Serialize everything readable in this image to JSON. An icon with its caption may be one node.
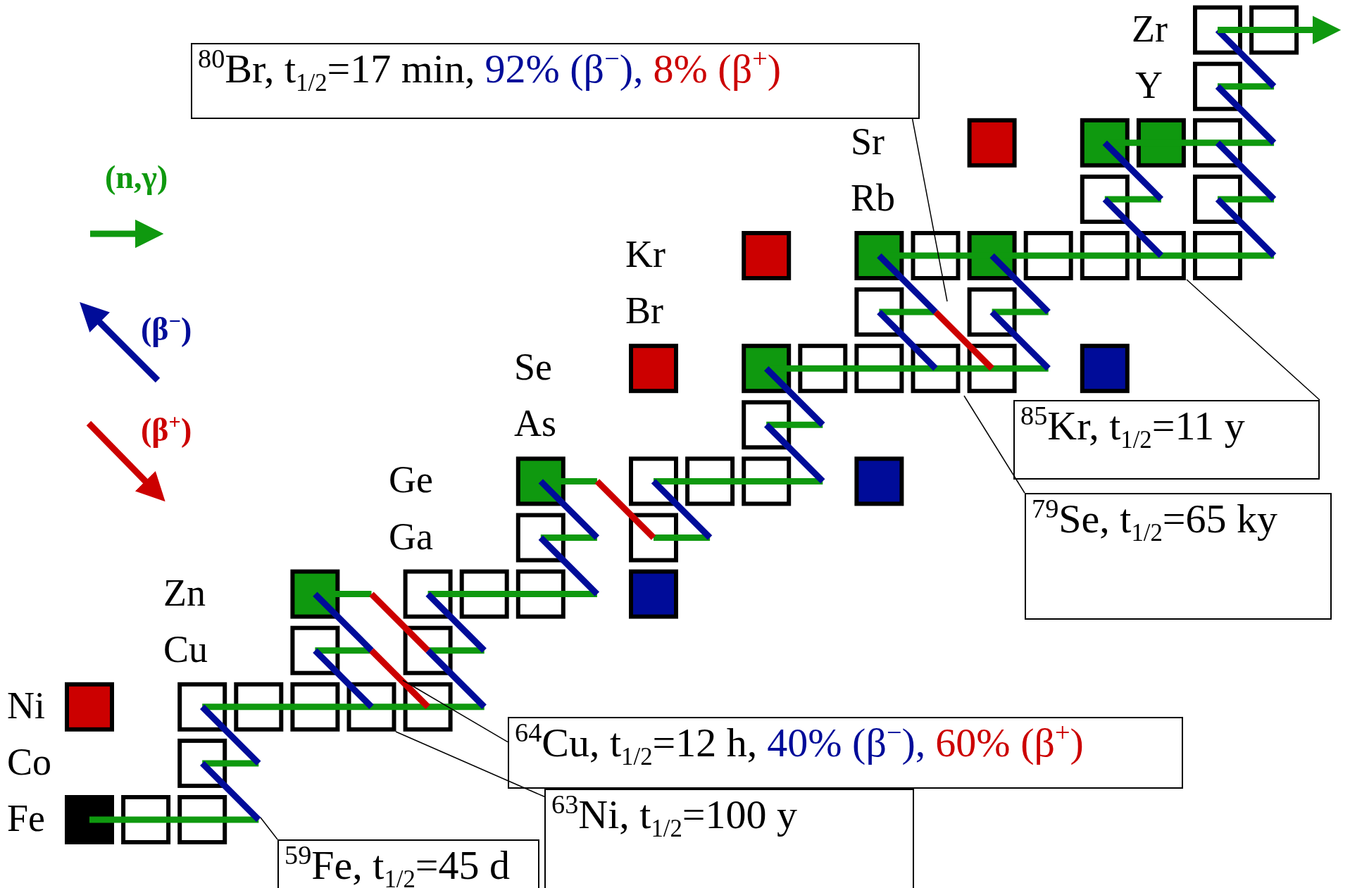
{
  "diagram": {
    "nodes": [
      {
        "text": [
          "$^{80}$Br, t$_{1/2}$=17 min,",
          "92% (β$^{−}$),",
          "8% (β$^{+}$)"
        ]
      },
      {
        "text": [
          "$^{85}$Kr, t$_{1/2}$=11 y"
        ]
      },
      {
        "text": [
          "$^{79}$Se, t$_{1/2}$=65 ky"
        ]
      },
      {
        "text": [
          "$^{64}$Cu, t$_{1/2}$=12 h,",
          "40% (β$^{−}$),",
          "60% (β$^{+}$)"
        ]
      },
      {
        "text": [
          "$^{63}$Ni, t$_{1/2}$=100 y"
        ]
      },
      {
        "text": [
          "$^{59}$Fe, t$_{1/2}$=45 d"
        ]
      }
    ],
    "edges": [
      {
        "from": 0,
        "to": null,
        "arrow": "none"
      },
      {
        "from": 1,
        "to": null,
        "arrow": "none"
      },
      {
        "from": 2,
        "to": null,
        "arrow": "none"
      },
      {
        "from": 3,
        "to": null,
        "arrow": "none"
      },
      {
        "from": 4,
        "to": null,
        "arrow": "none"
      },
      {
        "from": 5,
        "to": null,
        "arrow": "none"
      }
    ],
    "labels": [
      "Zr",
      "Y",
      "Sr",
      "Rb",
      "Kr",
      "Br",
      "Se",
      "As",
      "Ge",
      "Ga",
      "Zn",
      "Cu",
      "Ni",
      "Co",
      "Fe"
    ],
    "legend": [
      {
        "text": "(n,γ)"
      },
      {
        "text": "(β$^{−}$)"
      },
      {
        "text": "(β$^{+}$)"
      }
    ]
  }
}
